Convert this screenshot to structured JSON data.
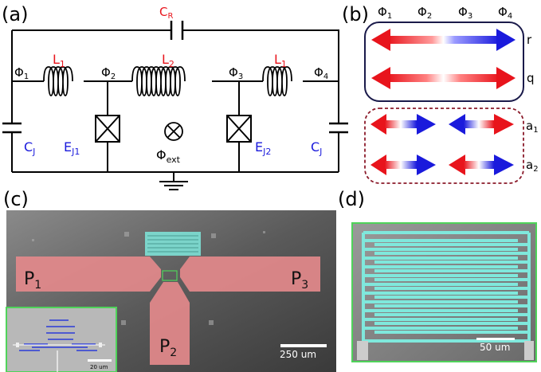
{
  "panels": {
    "a": {
      "label": "(a)",
      "cap_top": {
        "main": "C",
        "sub": "R"
      },
      "phi1": {
        "main": "Φ",
        "sub": "1"
      },
      "phi2": {
        "main": "Φ",
        "sub": "2"
      },
      "phi3": {
        "main": "Φ",
        "sub": "3"
      },
      "phi4": {
        "main": "Φ",
        "sub": "4"
      },
      "l1_left": {
        "main": "L",
        "sub": "1"
      },
      "l2": {
        "main": "L",
        "sub": "2"
      },
      "l1_right": {
        "main": "L",
        "sub": "1"
      },
      "cj_left": {
        "main": "C",
        "sub": "J"
      },
      "cj_right": {
        "main": "C",
        "sub": "J"
      },
      "ej1": {
        "main": "E",
        "sub": "J1"
      },
      "ej2": {
        "main": "E",
        "sub": "J2"
      },
      "phi_ext": {
        "main": "Φ",
        "sub": "ext"
      }
    },
    "b": {
      "label": "(b)",
      "headers": [
        {
          "main": "Φ",
          "sub": "1"
        },
        {
          "main": "Φ",
          "sub": "2"
        },
        {
          "main": "Φ",
          "sub": "3"
        },
        {
          "main": "Φ",
          "sub": "4"
        }
      ],
      "modes": [
        {
          "main": "r",
          "sub": ""
        },
        {
          "main": "q",
          "sub": ""
        },
        {
          "main": "a",
          "sub": "1"
        },
        {
          "main": "a",
          "sub": "2"
        }
      ]
    },
    "c": {
      "label": "(c)",
      "pads": [
        {
          "main": "P",
          "sub": "1"
        },
        {
          "main": "P",
          "sub": "2"
        },
        {
          "main": "P",
          "sub": "3"
        }
      ],
      "scalebar": "250 um",
      "inset_scalebar": "20 um"
    },
    "d": {
      "label": "(d)",
      "scalebar": "50 um"
    }
  },
  "colors": {
    "red": "#e8141c",
    "blue": "#1a1adc",
    "box_border": "#1a1a4a",
    "dashed_border": "#8b1a2a",
    "pad": "#e3898b",
    "cyan": "#7fe8dc",
    "inset_border": "#4fd35a",
    "wire": "#000000"
  }
}
